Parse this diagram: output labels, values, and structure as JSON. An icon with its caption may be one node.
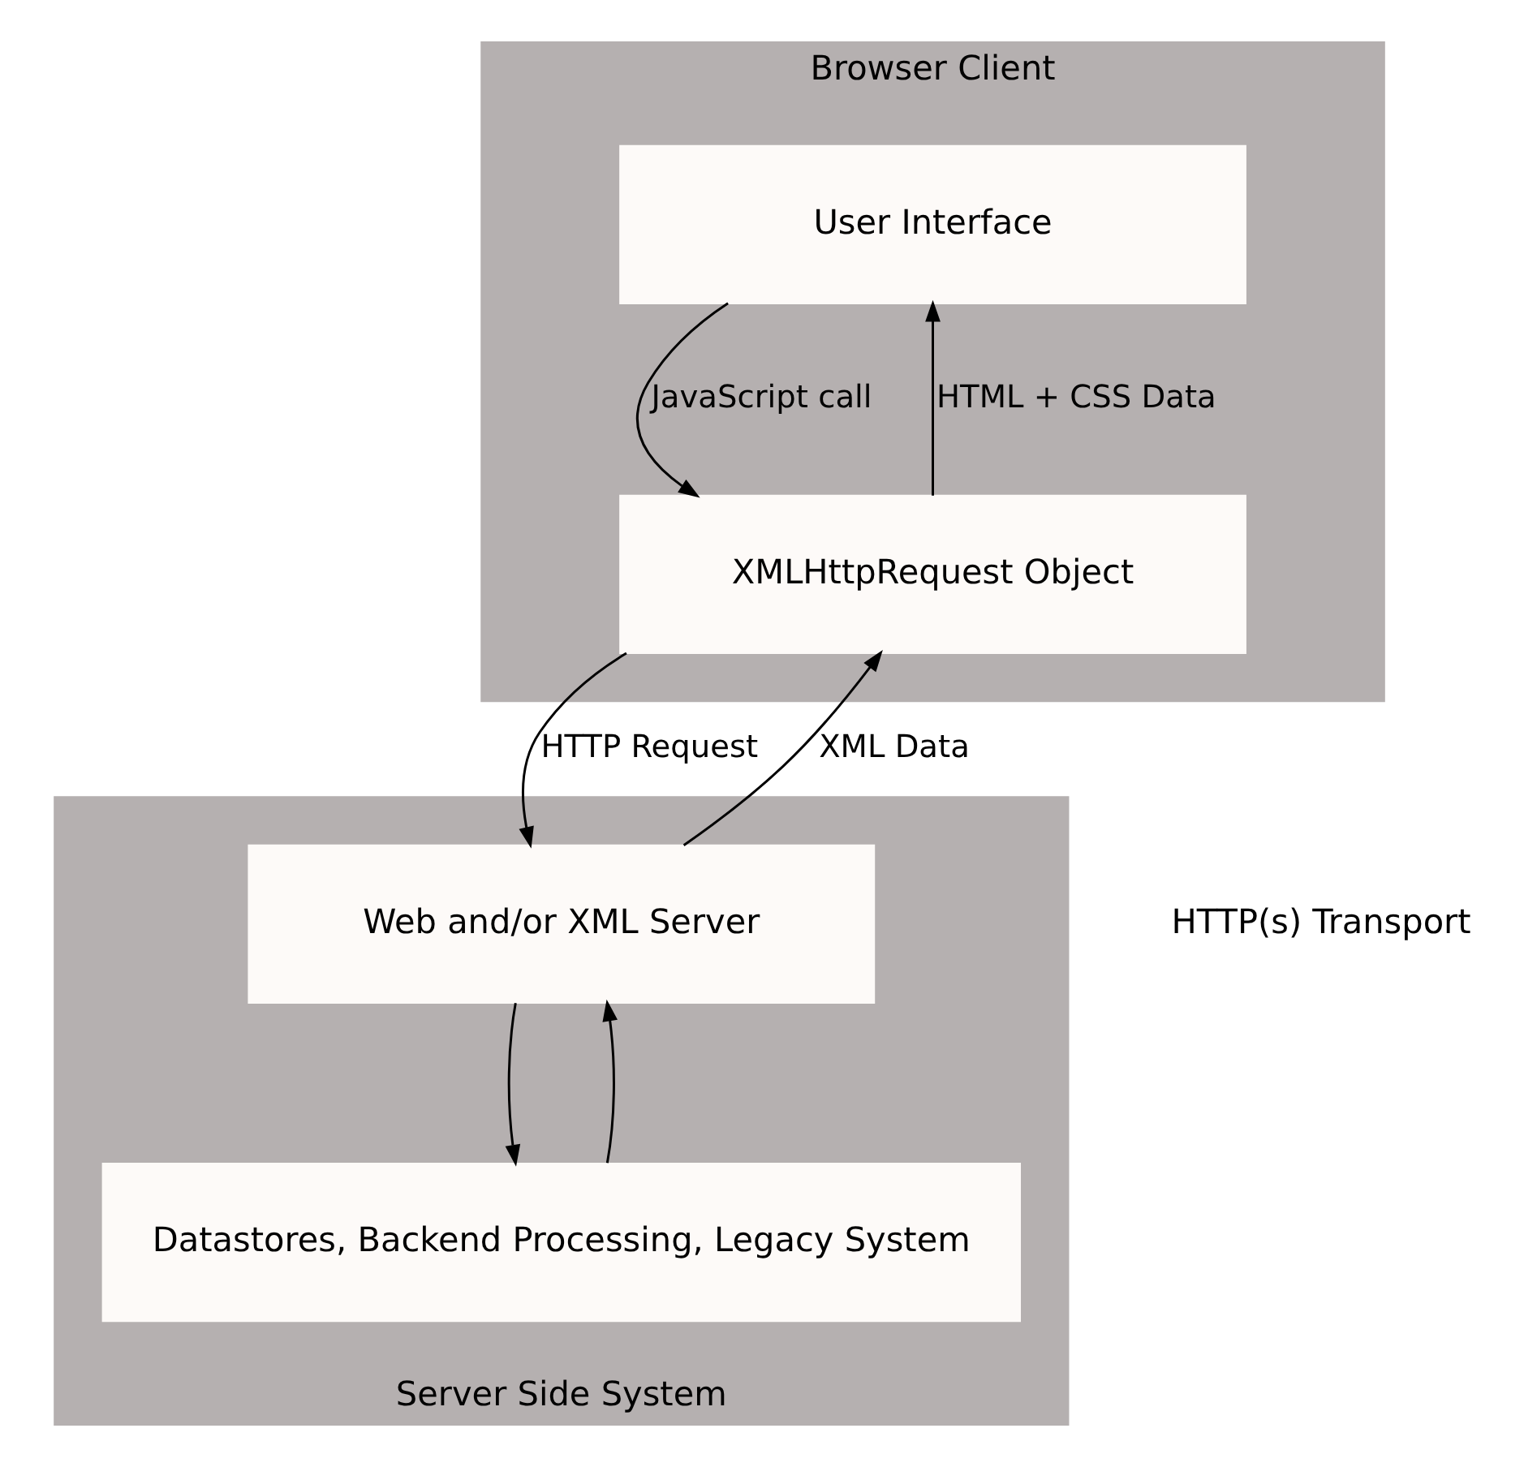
{
  "diagram": {
    "nodes": [
      {
        "text": [
          "Browser Client"
        ]
      },
      {
        "text": [
          "User Interface"
        ],
        "in": 0
      },
      {
        "text": [
          "XMLHttpRequest Object"
        ],
        "in": 0
      },
      {
        "text": [
          "Server Side System"
        ]
      },
      {
        "text": [
          "Web and/or XML Server"
        ],
        "in": 3
      },
      {
        "text": [
          "Datastores, Backend Processing, Legacy System"
        ],
        "in": 3
      }
    ],
    "edges": [
      {
        "from": 1,
        "to": 2,
        "arrow": "to",
        "label": "JavaScript call"
      },
      {
        "from": 2,
        "to": 1,
        "arrow": "to",
        "label": "HTML + CSS Data"
      },
      {
        "from": 2,
        "to": 4,
        "arrow": "to",
        "label": "HTTP Request"
      },
      {
        "from": 4,
        "to": 2,
        "arrow": "to",
        "label": "XML Data"
      },
      {
        "from": 4,
        "to": 5,
        "arrow": "to"
      },
      {
        "from": 5,
        "to": 4,
        "arrow": "to"
      }
    ],
    "labels": [
      "HTTP(s) Transport"
    ]
  }
}
